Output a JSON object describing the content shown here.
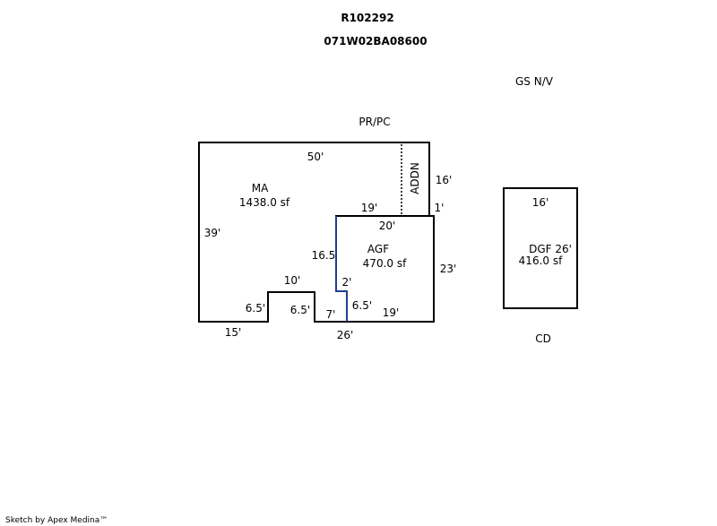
{
  "header": {
    "account": "R102292",
    "map_taxlot": "071W02BA08600"
  },
  "notes": {
    "gs": "GS N/V",
    "prpc": "PR/PC",
    "cd": "CD"
  },
  "areas": {
    "ma": {
      "code": "MA",
      "area": "1438.0 sf"
    },
    "agf": {
      "code": "AGF",
      "area": "470.0 sf"
    },
    "dgf": {
      "code": "DGF 26'",
      "area": "416.0 sf"
    },
    "addn": {
      "code": "ADDN"
    }
  },
  "dimensions": {
    "ma_top": "50'",
    "ma_left": "39'",
    "ma_bottom_left": "15'",
    "notch_left": "6.5'",
    "notch_top": "10'",
    "notch_right": "6.5'",
    "addn_right": "16'",
    "step": "1'",
    "ma_inner_top": "19'",
    "agf_top": "20'",
    "agf_left": "16.5",
    "jog_side": "2'",
    "jog_bottom": "7'",
    "jog_right": "6.5'",
    "agf_bottom": "19'",
    "agf_right": "23'",
    "bottom_total": "26'",
    "dgf_top": "16'"
  },
  "footer": {
    "credit": "Sketch by Apex Medina™"
  },
  "colors": {
    "line": "#000000",
    "common_wall": "#1f3f8f"
  }
}
